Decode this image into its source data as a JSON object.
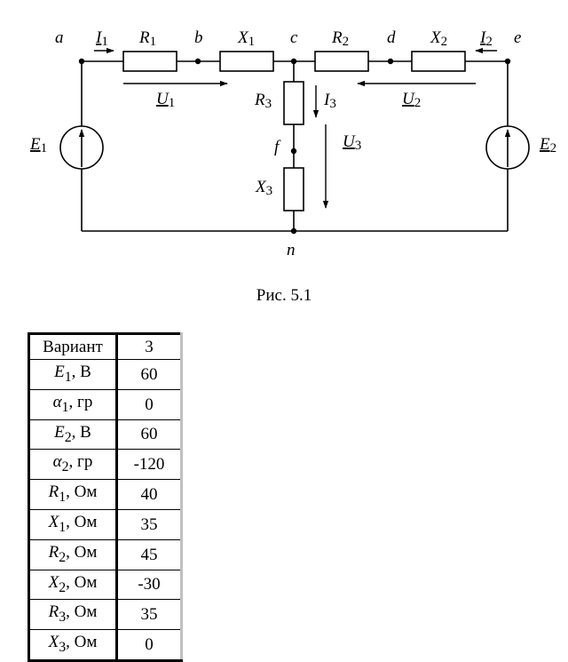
{
  "circuit": {
    "nodes": {
      "a": "a",
      "b": "b",
      "c": "c",
      "d": "d",
      "e": "e",
      "f": "f",
      "n": "n"
    },
    "components": {
      "R1": {
        "sym": "R",
        "sub": "1"
      },
      "X1": {
        "sym": "X",
        "sub": "1"
      },
      "R2": {
        "sym": "R",
        "sub": "2"
      },
      "X2": {
        "sym": "X",
        "sub": "2"
      },
      "R3": {
        "sym": "R",
        "sub": "3"
      },
      "X3": {
        "sym": "X",
        "sub": "3"
      },
      "E1": {
        "sym": "E",
        "sub": "1"
      },
      "E2": {
        "sym": "E",
        "sub": "2"
      }
    },
    "currents": {
      "I1": {
        "sym": "I",
        "sub": "1"
      },
      "I2": {
        "sym": "I",
        "sub": "2"
      },
      "I3": {
        "sym": "I",
        "sub": "3"
      }
    },
    "voltages": {
      "U1": {
        "sym": "U",
        "sub": "1"
      },
      "U2": {
        "sym": "U",
        "sub": "2"
      },
      "U3": {
        "sym": "U",
        "sub": "3"
      }
    }
  },
  "caption": "Рис. 5.1",
  "table": {
    "header": {
      "label": "Вариант",
      "value": "3"
    },
    "rows": [
      {
        "sym": "E",
        "sub": "1",
        "unit": ", В",
        "value": "60"
      },
      {
        "sym": "α",
        "sub": "1",
        "unit": ", гр",
        "value": "0"
      },
      {
        "sym": "E",
        "sub": "2",
        "unit": ", В",
        "value": "60"
      },
      {
        "sym": "α",
        "sub": "2",
        "unit": ", гр",
        "value": "-120"
      },
      {
        "sym": "R",
        "sub": "1",
        "unit": ", Ом",
        "value": "40"
      },
      {
        "sym": "X",
        "sub": "1",
        "unit": ", Ом",
        "value": "35"
      },
      {
        "sym": "R",
        "sub": "2",
        "unit": ", Ом",
        "value": "45"
      },
      {
        "sym": "X",
        "sub": "2",
        "unit": ", Ом",
        "value": "-30"
      },
      {
        "sym": "R",
        "sub": "3",
        "unit": ", Ом",
        "value": "35"
      },
      {
        "sym": "X",
        "sub": "3",
        "unit": ", Ом",
        "value": "0"
      }
    ]
  }
}
